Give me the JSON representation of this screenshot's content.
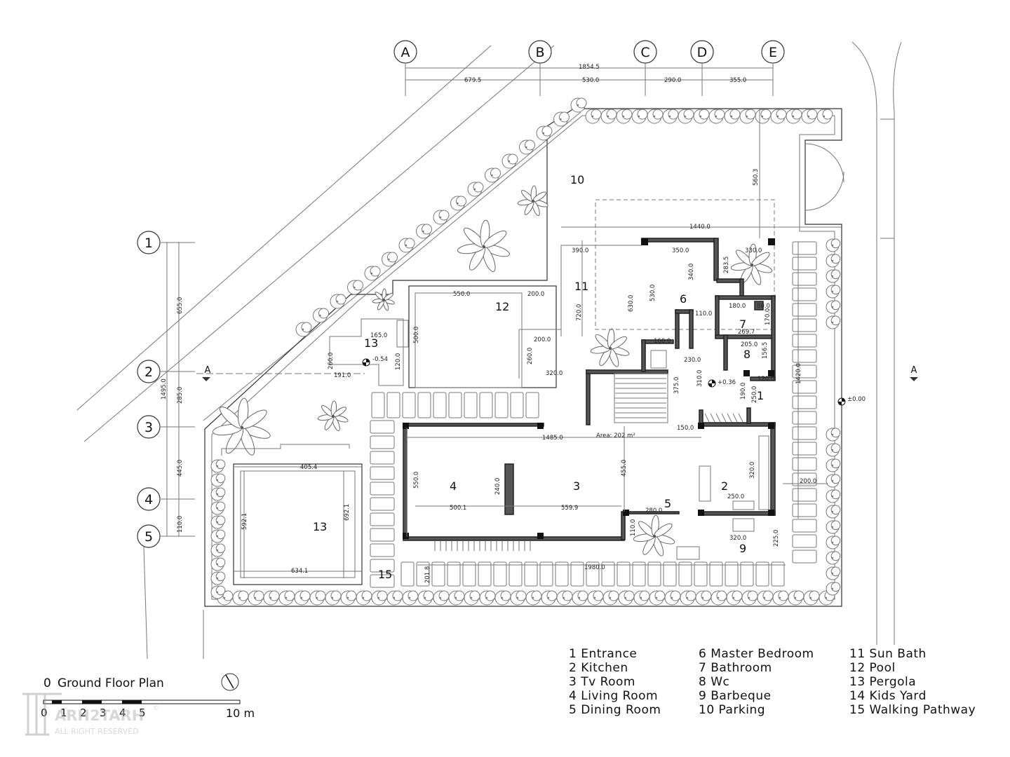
{
  "plan_title": {
    "number": "0",
    "label": "Ground Floor Plan"
  },
  "scale_bar": {
    "ticks": [
      "0",
      "1",
      "2",
      "3",
      "4",
      "5"
    ],
    "end_label": "10 m"
  },
  "watermark": {
    "brand": "ARH2TARH",
    "sub": "ALL RIGHT RESERVED",
    "mark": "©"
  },
  "grid_columns": [
    "A",
    "B",
    "C",
    "D",
    "E"
  ],
  "grid_rows": [
    "1",
    "2",
    "3",
    "4",
    "5"
  ],
  "section_marker": "A",
  "dims_top": {
    "total": "1854.5",
    "d1": "679.5",
    "d2": "530.0",
    "d3": "290.0",
    "d4": "355.0"
  },
  "dims_left": {
    "total": "1495.0",
    "d1": "655.0",
    "d2": "285.0",
    "d3": "445.0",
    "d4": "110.0"
  },
  "dims_inner": [
    "1440.0",
    "560.3",
    "390.0",
    "350.0",
    "330.0",
    "283.5",
    "340.0",
    "530.0",
    "630.0",
    "720.0",
    "550.0",
    "200.0",
    "500.0",
    "165.0",
    "260.0",
    "120.0",
    "191.0",
    "200.0",
    "260.0",
    "320.0",
    "110.0",
    "180.0",
    "80.0",
    "170.0",
    "269.7",
    "205.0",
    "156.5",
    "160.0",
    "230.0",
    "375.0",
    "310.0",
    "190.0",
    "250.0",
    "120.0",
    "1420.0",
    "150.0",
    "1485.0",
    "455.0",
    "550.0",
    "240.0",
    "500.1",
    "559.9",
    "280.0",
    "110.0",
    "320.0",
    "250.0",
    "200.0",
    "320.0",
    "225.0",
    "405.4",
    "592.1",
    "692.1",
    "634.1",
    "201.8",
    "1980.0"
  ],
  "levels": [
    "-0.54",
    "+0.36",
    "±0.00"
  ],
  "area_label": "Area: 202 m²",
  "room_numbers": [
    "10",
    "11",
    "12",
    "13",
    "13",
    "6",
    "7",
    "8",
    "1",
    "4",
    "3",
    "2",
    "5",
    "9",
    "15"
  ],
  "legend": [
    [
      "1  Entrance",
      "2  Kitchen",
      "3  Tv Room",
      "4  Living Room",
      "5  Dining Room"
    ],
    [
      "6  Master Bedroom",
      "7  Bathroom",
      "8  Wc",
      "9  Barbeque",
      "10  Parking"
    ],
    [
      "11  Sun Bath",
      "12  Pool",
      "13  Pergola",
      "14  Kids Yard",
      "15  Walking Pathway"
    ]
  ]
}
